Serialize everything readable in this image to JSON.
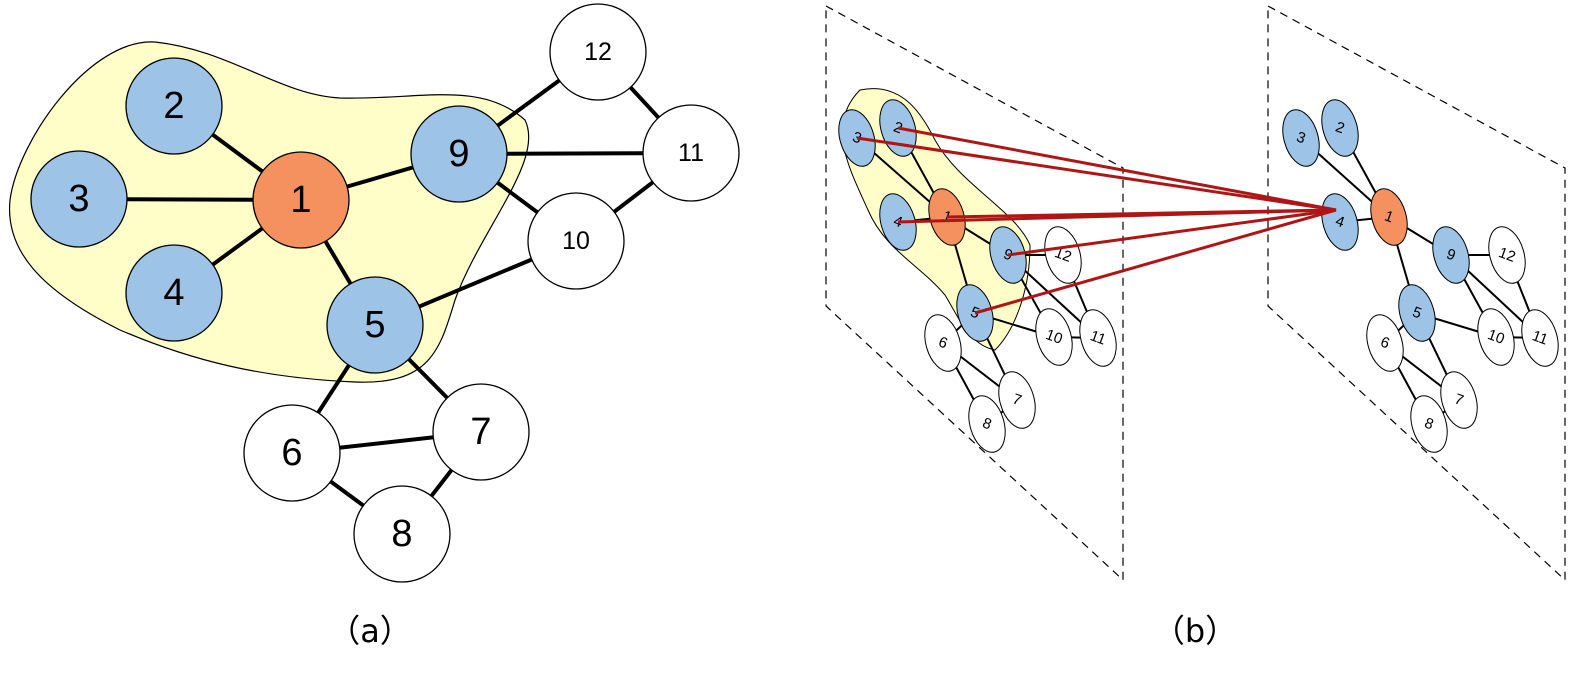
{
  "colors": {
    "focus": "#F4915F",
    "neighbor": "#9DC3E6",
    "other": "#FFFFFF",
    "highlight": "#FFFDC8",
    "edge": "#000000",
    "link": "#B01515"
  },
  "panel_a": {
    "caption": "（a）",
    "nodes": [
      {
        "id": "1",
        "label": "1",
        "role": "focus"
      },
      {
        "id": "2",
        "label": "2",
        "role": "neighbor"
      },
      {
        "id": "3",
        "label": "3",
        "role": "neighbor"
      },
      {
        "id": "4",
        "label": "4",
        "role": "neighbor"
      },
      {
        "id": "5",
        "label": "5",
        "role": "neighbor"
      },
      {
        "id": "9",
        "label": "9",
        "role": "neighbor"
      },
      {
        "id": "6",
        "label": "6",
        "role": "other"
      },
      {
        "id": "7",
        "label": "7",
        "role": "other"
      },
      {
        "id": "8",
        "label": "8",
        "role": "other"
      },
      {
        "id": "10",
        "label": "10",
        "role": "other"
      },
      {
        "id": "11",
        "label": "11",
        "role": "other"
      },
      {
        "id": "12",
        "label": "12",
        "role": "other"
      }
    ],
    "edges": [
      [
        "1",
        "2"
      ],
      [
        "1",
        "3"
      ],
      [
        "1",
        "4"
      ],
      [
        "1",
        "5"
      ],
      [
        "1",
        "9"
      ],
      [
        "9",
        "12"
      ],
      [
        "9",
        "11"
      ],
      [
        "9",
        "10"
      ],
      [
        "12",
        "11"
      ],
      [
        "11",
        "10"
      ],
      [
        "5",
        "10"
      ],
      [
        "5",
        "6"
      ],
      [
        "5",
        "7"
      ],
      [
        "6",
        "7"
      ],
      [
        "6",
        "8"
      ],
      [
        "7",
        "8"
      ]
    ]
  },
  "panel_b": {
    "caption": "（b）",
    "left_plane": {
      "nodes": [
        {
          "id": "1",
          "label": "1",
          "role": "focus"
        },
        {
          "id": "2",
          "label": "2",
          "role": "neighbor"
        },
        {
          "id": "3",
          "label": "3",
          "role": "neighbor"
        },
        {
          "id": "4",
          "label": "4",
          "role": "neighbor"
        },
        {
          "id": "5",
          "label": "5",
          "role": "neighbor"
        },
        {
          "id": "9",
          "label": "9",
          "role": "neighbor"
        },
        {
          "id": "6",
          "label": "6",
          "role": "other"
        },
        {
          "id": "7",
          "label": "7",
          "role": "other"
        },
        {
          "id": "8",
          "label": "8",
          "role": "other"
        },
        {
          "id": "10",
          "label": "10",
          "role": "other"
        },
        {
          "id": "11",
          "label": "11",
          "role": "other"
        },
        {
          "id": "12",
          "label": "12",
          "role": "other"
        }
      ]
    },
    "right_plane": {
      "nodes": [
        {
          "id": "1",
          "label": "1",
          "role": "focus"
        },
        {
          "id": "2",
          "label": "2",
          "role": "neighbor"
        },
        {
          "id": "3",
          "label": "3",
          "role": "neighbor"
        },
        {
          "id": "4",
          "label": "4",
          "role": "neighbor"
        },
        {
          "id": "5",
          "label": "5",
          "role": "neighbor"
        },
        {
          "id": "9",
          "label": "9",
          "role": "neighbor"
        },
        {
          "id": "6",
          "label": "6",
          "role": "other"
        },
        {
          "id": "7",
          "label": "7",
          "role": "other"
        },
        {
          "id": "8",
          "label": "8",
          "role": "other"
        },
        {
          "id": "10",
          "label": "10",
          "role": "other"
        },
        {
          "id": "11",
          "label": "11",
          "role": "other"
        },
        {
          "id": "12",
          "label": "12",
          "role": "other"
        }
      ]
    },
    "edges": [
      [
        "1",
        "2"
      ],
      [
        "1",
        "3"
      ],
      [
        "1",
        "4"
      ],
      [
        "1",
        "5"
      ],
      [
        "1",
        "9"
      ],
      [
        "9",
        "12"
      ],
      [
        "9",
        "11"
      ],
      [
        "9",
        "10"
      ],
      [
        "12",
        "11"
      ],
      [
        "11",
        "10"
      ],
      [
        "5",
        "10"
      ],
      [
        "5",
        "6"
      ],
      [
        "5",
        "7"
      ],
      [
        "6",
        "7"
      ],
      [
        "6",
        "8"
      ],
      [
        "7",
        "8"
      ]
    ],
    "cross_links": [
      [
        "2",
        "4"
      ],
      [
        "3",
        "4"
      ],
      [
        "1",
        "4"
      ],
      [
        "4",
        "4"
      ],
      [
        "9",
        "4"
      ],
      [
        "5",
        "4"
      ]
    ]
  }
}
